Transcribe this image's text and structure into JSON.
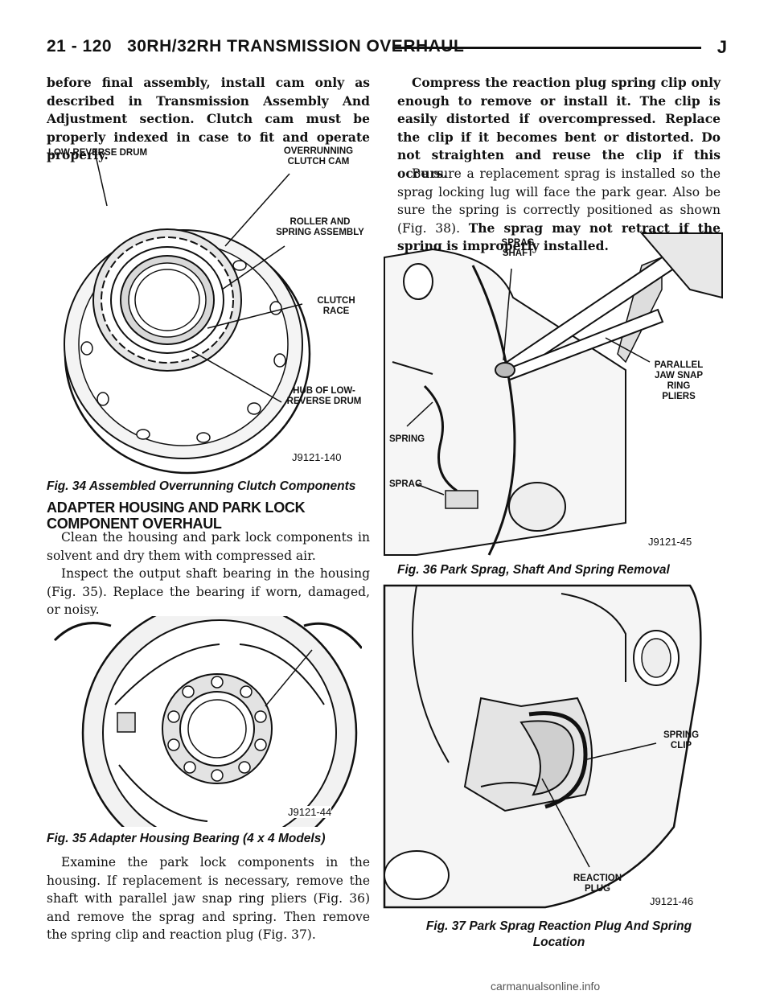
{
  "header": {
    "page_number": "21 - 120",
    "title": "30RH/32RH TRANSMISSION OVERHAUL",
    "right_letter": "J"
  },
  "left_column": {
    "intro_bold": "before final assembly, install cam only as described in Transmission Assembly And Adjustment section. Clutch cam must be properly indexed in case to fit and operate properly.",
    "fig34": {
      "labels": {
        "low_reverse_drum": "LOW-REVERSE DRUM",
        "overrunning_clutch_cam": "OVERRUNNING CLUTCH CAM",
        "roller_spring_assembly": "ROLLER AND SPRING ASSEMBLY",
        "clutch_race": "CLUTCH RACE",
        "hub_low_reverse_drum": "HUB OF LOW-REVERSE DRUM"
      },
      "code": "J9121-140",
      "caption": "Fig. 34 Assembled Overrunning Clutch Components"
    },
    "section_heading": "ADAPTER HOUSING AND PARK LOCK COMPONENT OVERHAUL",
    "p1": "Clean the housing and park lock components in solvent and dry them with compressed air.",
    "p2": "Inspect the output shaft bearing in the housing (Fig. 35). Replace the bearing if worn, damaged, or noisy.",
    "fig35": {
      "code": "J9121-44",
      "caption": "Fig. 35 Adapter Housing Bearing (4 x 4 Models)"
    },
    "p3": "Examine the park lock components in the housing. If replacement is necessary, remove the shaft with parallel jaw snap ring pliers (Fig. 36) and remove the sprag and spring. Then remove the spring clip and reaction plug (Fig. 37)."
  },
  "right_column": {
    "p_bold": "Compress the reaction plug spring clip only enough to remove or install it. The clip is easily distorted if overcompressed. Replace the clip if it becomes bent or distorted. Do not straighten and reuse the clip if this occurs.",
    "p_normal": "Be sure a replacement sprag is installed so the sprag locking lug will face the park gear. Also be sure the spring is correctly positioned as shown (Fig. 38).",
    "p_normal_bold_tail": "The sprag may not retract if the spring is improperly installed.",
    "fig36": {
      "labels": {
        "sprag_shaft": "SPRAG SHAFT",
        "parallel_pliers": "PARALLEL JAW SNAP RING PLIERS",
        "spring": "SPRING",
        "sprag": "SPRAG"
      },
      "code": "J9121-45",
      "caption": "Fig. 36 Park Sprag, Shaft And Spring Removal"
    },
    "fig37": {
      "labels": {
        "spring_clip": "SPRING CLIP",
        "reaction_plug": "REACTION PLUG"
      },
      "code": "J9121-46",
      "caption_line1": "Fig. 37 Park Sprag Reaction Plug And Spring",
      "caption_line2": "Location"
    }
  },
  "footer": {
    "watermark": "carmanualsonline.info"
  }
}
